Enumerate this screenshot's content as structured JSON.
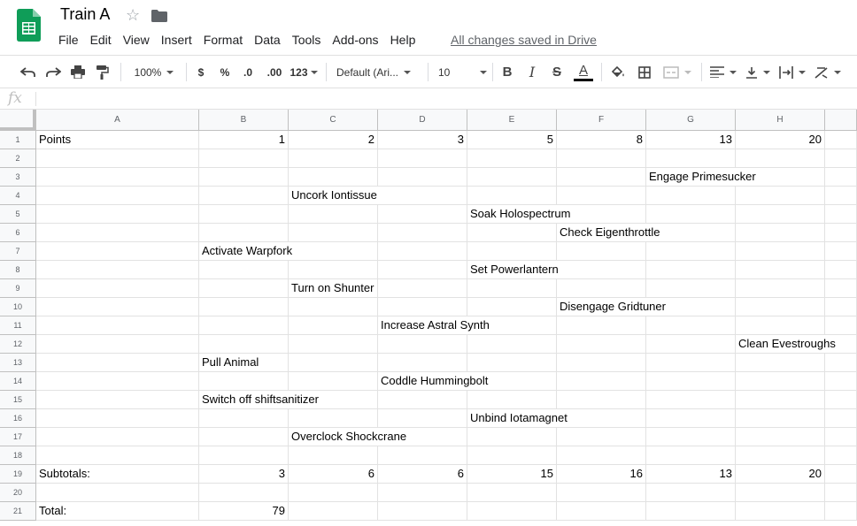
{
  "doc": {
    "title": "Train A",
    "saved_status": "All changes saved in Drive"
  },
  "icons": {
    "logo": "google-sheets-logo",
    "star": "star-outline-icon",
    "folder": "folder-icon"
  },
  "colors": {
    "sheets_green": "#0f9d58",
    "grid_line": "#e2e2e2",
    "header_bg": "#f8f9fa"
  },
  "menu": [
    "File",
    "Edit",
    "View",
    "Insert",
    "Format",
    "Data",
    "Tools",
    "Add-ons",
    "Help"
  ],
  "toolbar": {
    "zoom": "100%",
    "currency": "$",
    "percent": "%",
    "decrease_decimal": ".0",
    "increase_decimal": ".00",
    "more_formats": "123",
    "font": "Default (Ari...",
    "font_size": "10",
    "bold": "B",
    "italic": "I",
    "strike": "S",
    "text_color": "A"
  },
  "formula_bar": {
    "label": "fx",
    "value": ""
  },
  "sheet": {
    "columns": [
      "A",
      "B",
      "C",
      "D",
      "E",
      "F",
      "G",
      "H"
    ],
    "rows": [
      "1",
      "2",
      "3",
      "4",
      "5",
      "6",
      "7",
      "8",
      "9",
      "10",
      "11",
      "12",
      "13",
      "14",
      "15",
      "16",
      "17",
      "18",
      "19",
      "20",
      "21"
    ],
    "row1": {
      "label": "Points",
      "values": [
        "1",
        "2",
        "3",
        "5",
        "8",
        "13",
        "20"
      ]
    },
    "tasks": [
      {
        "row": 3,
        "col": "G",
        "text": "Engage Primesucker"
      },
      {
        "row": 4,
        "col": "C",
        "text": "Uncork Iontissue"
      },
      {
        "row": 5,
        "col": "E",
        "text": "Soak Holospectrum"
      },
      {
        "row": 6,
        "col": "F",
        "text": "Check Eigenthrottle"
      },
      {
        "row": 7,
        "col": "B",
        "text": "Activate Warpfork"
      },
      {
        "row": 8,
        "col": "E",
        "text": "Set Powerlantern"
      },
      {
        "row": 9,
        "col": "C",
        "text": "Turn on Shunter"
      },
      {
        "row": 10,
        "col": "F",
        "text": "Disengage Gridtuner"
      },
      {
        "row": 11,
        "col": "D",
        "text": "Increase Astral Synth"
      },
      {
        "row": 12,
        "col": "H",
        "text": "Clean Evestroughs"
      },
      {
        "row": 13,
        "col": "B",
        "text": "Pull Animal"
      },
      {
        "row": 14,
        "col": "D",
        "text": "Coddle Hummingbolt"
      },
      {
        "row": 15,
        "col": "B",
        "text": "Switch off shiftsanitizer"
      },
      {
        "row": 16,
        "col": "E",
        "text": "Unbind Iotamagnet"
      },
      {
        "row": 17,
        "col": "C",
        "text": "Overclock Shockcrane"
      }
    ],
    "row19": {
      "label": "Subtotals:",
      "values": [
        "3",
        "6",
        "6",
        "15",
        "16",
        "13",
        "20"
      ]
    },
    "row21": {
      "label": "Total:",
      "value": "79"
    }
  }
}
